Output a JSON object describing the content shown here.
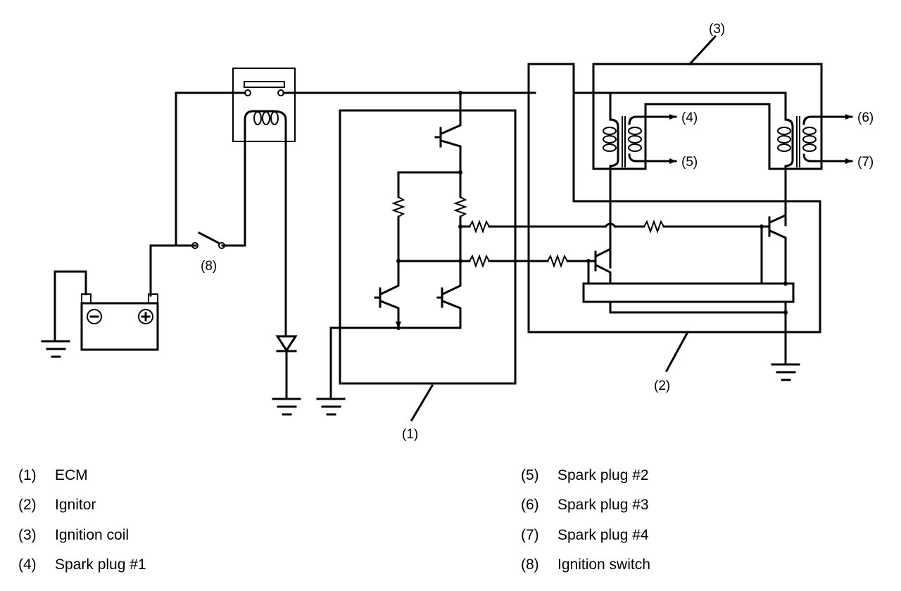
{
  "diagram": {
    "title": "Ignition system circuit",
    "callouts": {
      "ecm": "(1)",
      "ignitor": "(2)",
      "ignition_coil": "(3)",
      "plug1": "(4)",
      "plug2": "(5)",
      "plug3": "(6)",
      "plug4": "(7)",
      "ignition_switch": "(8)"
    },
    "battery": {
      "negative_symbol": "⊖",
      "positive_symbol": "⊕"
    }
  },
  "legend": {
    "left": [
      {
        "num": "(1)",
        "text": "ECM"
      },
      {
        "num": "(2)",
        "text": "Ignitor"
      },
      {
        "num": "(3)",
        "text": "Ignition coil"
      },
      {
        "num": "(4)",
        "text": "Spark plug #1"
      }
    ],
    "right": [
      {
        "num": "(5)",
        "text": "Spark plug #2"
      },
      {
        "num": "(6)",
        "text": "Spark plug #3"
      },
      {
        "num": "(7)",
        "text": "Spark plug #4"
      },
      {
        "num": "(8)",
        "text": "Ignition switch"
      }
    ]
  }
}
